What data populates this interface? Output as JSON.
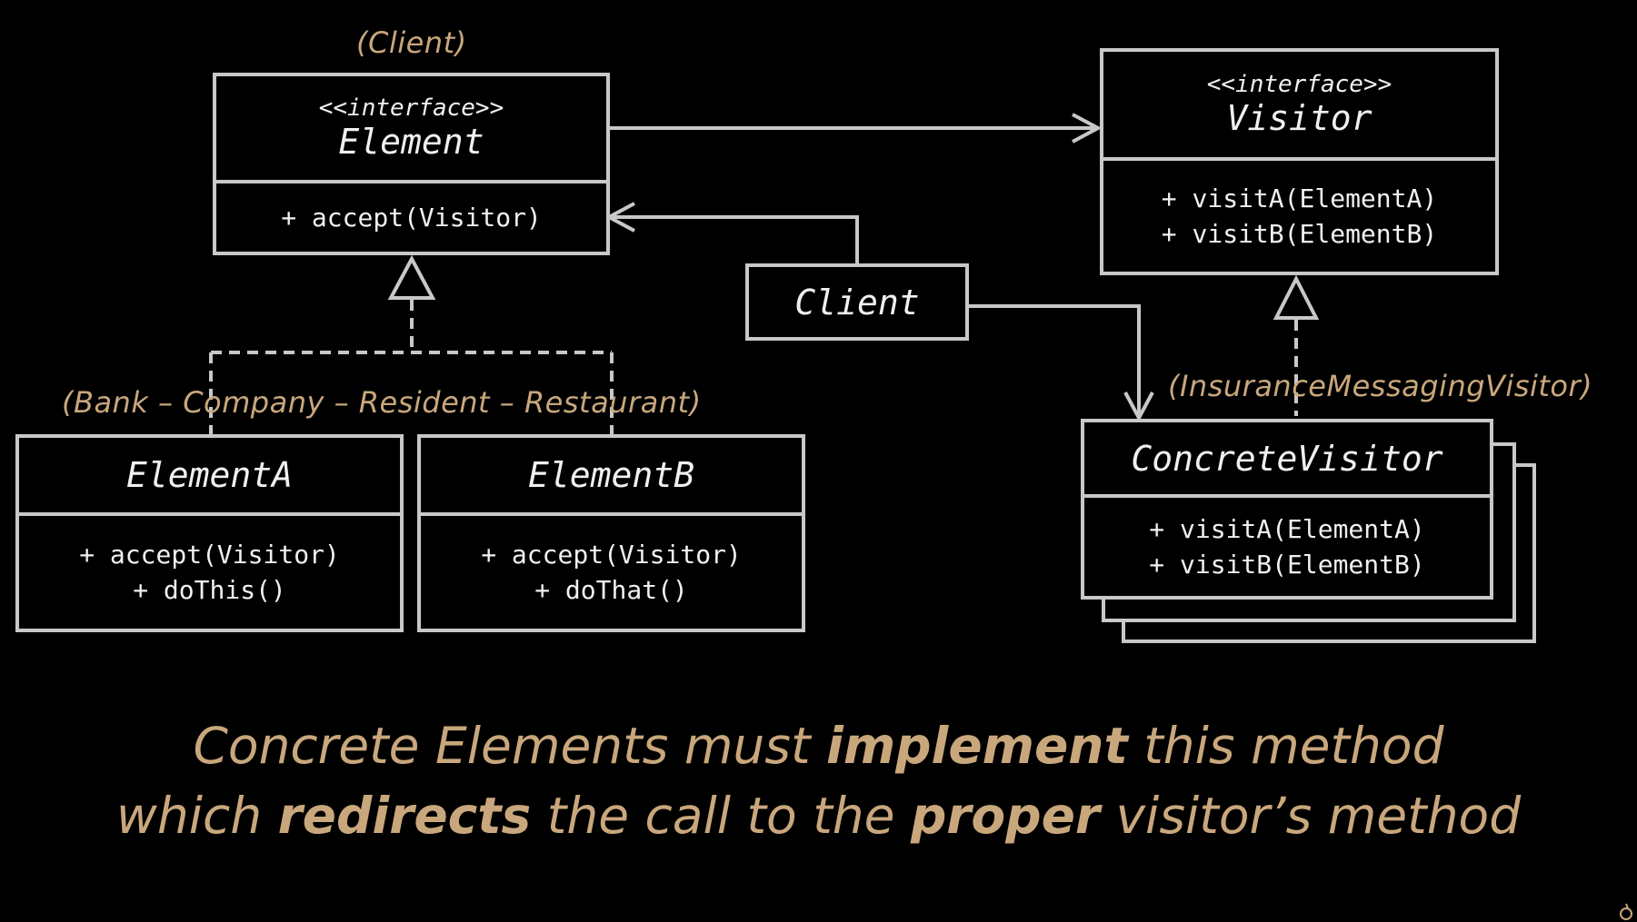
{
  "annotations": {
    "element_client": "(Client)",
    "concrete_elements": "(Bank – Company – Resident – Restaurant)",
    "concrete_visitor": "(InsuranceMessagingVisitor)"
  },
  "element": {
    "stereotype": "<<interface>>",
    "name": "Element",
    "methods": [
      "+ accept(Visitor)"
    ]
  },
  "visitor": {
    "stereotype": "<<interface>>",
    "name": "Visitor",
    "methods": [
      "+ visitA(ElementA)",
      "+ visitB(ElementB)"
    ]
  },
  "client": {
    "name": "Client"
  },
  "element_a": {
    "name": "ElementA",
    "methods": [
      "+ accept(Visitor)",
      "+ doThis()"
    ]
  },
  "element_b": {
    "name": "ElementB",
    "methods": [
      "+ accept(Visitor)",
      "+ doThat()"
    ]
  },
  "concrete_visitor": {
    "name": "ConcreteVisitor",
    "methods": [
      "+ visitA(ElementA)",
      "+ visitB(ElementB)"
    ]
  },
  "caption": {
    "line1": {
      "pre": "Concrete Elements must ",
      "bold": "implement",
      "post": " this method"
    },
    "line2": {
      "pre": "which ",
      "bold1": "redirects",
      "mid": " the call to the ",
      "bold2": "proper",
      "post": " visitor’s method"
    }
  },
  "colors": {
    "background": "#000000",
    "box_stroke": "#c8c8c8",
    "box_text": "#f0f0f0",
    "accent": "#c9a77c"
  }
}
